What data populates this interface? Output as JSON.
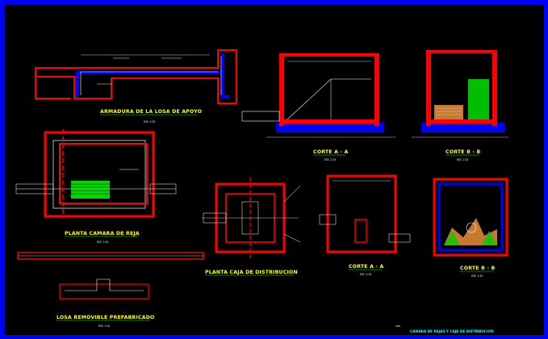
{
  "colors": {
    "background": "#000000",
    "border": "#0000ff",
    "concrete": "#ff0000",
    "rebar": "#ffffff",
    "dimension": "#ffff00",
    "water": "#00ffff",
    "title_text": "#ffff00",
    "underline": "#00ff00"
  },
  "views": {
    "armadura_losa": {
      "title": "ARMADURA DE LA LOSA DE APOYO",
      "scale": "ESC 1:25"
    },
    "planta_camara": {
      "title": "PLANTA CAMARA DE REJA",
      "scale": "ESC 1:25"
    },
    "losa_removible": {
      "title": "LOSA REMOVIBLE PREFABRICADO",
      "scale": "ESC 1:10"
    },
    "corte_aa_1": {
      "title": "CORTE A - A",
      "scale": "ESC 1:25"
    },
    "corte_bb_1": {
      "title": "CORTE B - B",
      "scale": "ESC 1:25"
    },
    "planta_caja": {
      "title": "PLANTA CAJA DE DISTRIBUCION",
      "scale": "ESC 1:25"
    },
    "corte_aa_2": {
      "title": "CORTE A - A",
      "scale": "ESC 1:25"
    },
    "corte_bb_2": {
      "title": "CORTE B - B",
      "scale": "ESC 1:25"
    }
  },
  "title_block": {
    "text": "CAMARA DE REJAS Y CAJA DE DISTRIBUCION"
  }
}
